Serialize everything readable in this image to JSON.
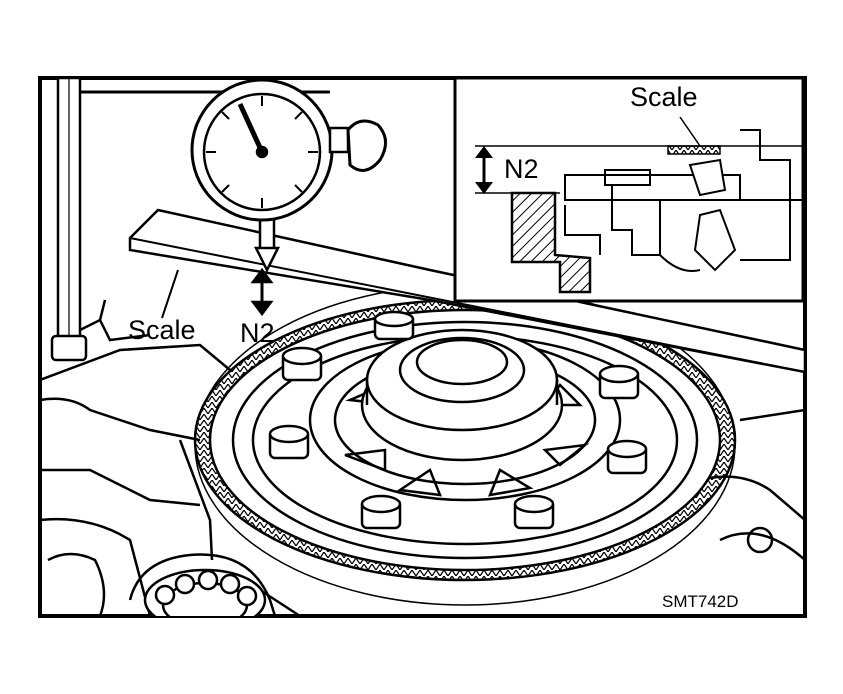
{
  "labels": {
    "scale_main": "Scale",
    "n2_main": "N2",
    "scale_inset": "Scale",
    "n2_inset": "N2",
    "figure_code": "SMT742D"
  },
  "colors": {
    "ink": "#000000",
    "paper": "#ffffff"
  },
  "icons": [
    "dial-indicator-icon",
    "ring-gear-icon",
    "bearing-icon",
    "double-arrow-icon"
  ]
}
